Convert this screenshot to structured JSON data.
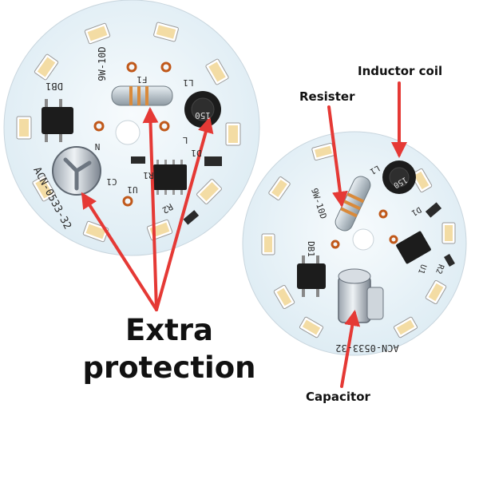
{
  "labels": {
    "extra_protection": "Extra protection",
    "inductor_coil": "Inductor coil",
    "resister": "Resister",
    "capacitor": "Capacitor"
  },
  "board_silkscreen": {
    "part_number": "ACN-0533-32",
    "rating": "9W-10D",
    "designators": [
      "DB1",
      "F1",
      "L1",
      "D1",
      "R1",
      "R2",
      "U1",
      "C1",
      "N",
      "L"
    ],
    "inductor_marking": "150"
  },
  "colors": {
    "board": "#eef7fb",
    "arrow": "#e53935",
    "led_warm": "#f3dca4",
    "led_frame": "#ffffff",
    "component_black": "#1c1c1c",
    "copper_ring": "#c0581a"
  }
}
